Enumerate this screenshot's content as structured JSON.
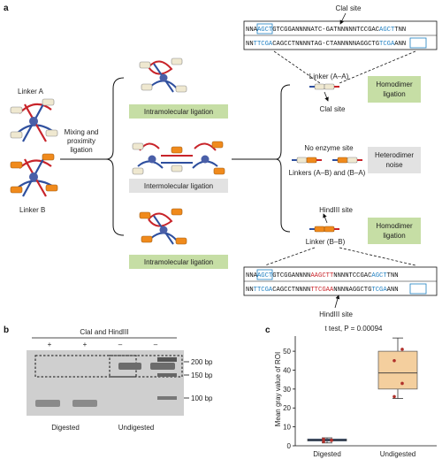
{
  "panel_a": {
    "label": "a",
    "linker_a": "Linker A",
    "linker_b": "Linker B",
    "mixing": [
      "Mixing and",
      "proximity",
      "ligation"
    ],
    "intra_top": "Intramolecular ligation",
    "inter": "Intermolecular ligation",
    "intra_bottom": "Intramolecular ligation",
    "linker_aa": "Linker (A–A)",
    "clai_site_small": "ClaI site",
    "homodimer_top": [
      "Homodimer",
      "ligation"
    ],
    "no_enzyme": "No enzyme site",
    "linkers_ab": "Linkers (A–B) and (B–A)",
    "heterodimer": [
      "Heterodimer",
      "noise"
    ],
    "hindiii_site_small": "HindIII site",
    "linker_bb": "Linker (B–B)",
    "homodimer_bottom": [
      "Homodimer",
      "ligation"
    ],
    "clai_site_top": "ClaI site",
    "hindiii_site_bottom": "HindIII site",
    "seq_top": [
      {
        "p": "NNA",
        "c": "k"
      },
      {
        "p": "AGCT",
        "c": "b"
      },
      {
        "p": "GTCGGANNNNATC",
        "c": "k"
      },
      {
        "p": "-",
        "c": "k"
      },
      {
        "p": "GAT",
        "c": "k"
      },
      {
        "p": "NNNNNTCCGAC",
        "c": "k"
      },
      {
        "p": "AGCT",
        "c": "b"
      },
      {
        "p": "TNN",
        "c": "k"
      }
    ],
    "seq_top2": [
      {
        "p": "NN",
        "c": "k"
      },
      {
        "p": "TTCGA",
        "c": "b"
      },
      {
        "p": "CAGCCTNNNNTAG",
        "c": "k"
      },
      {
        "p": "-",
        "c": "k"
      },
      {
        "p": "CTA",
        "c": "k"
      },
      {
        "p": "NNNNNAGGCTG",
        "c": "k"
      },
      {
        "p": "TCGA",
        "c": "b"
      },
      {
        "p": "ANN",
        "c": "k"
      }
    ],
    "seq_bot": [
      {
        "p": "NNA",
        "c": "k"
      },
      {
        "p": "AGCT",
        "c": "b"
      },
      {
        "p": "GTCGGANNNN",
        "c": "k"
      },
      {
        "p": "AAG",
        "c": "r"
      },
      {
        "p": "CTT",
        "c": "r"
      },
      {
        "p": "NNNNTCCGAC",
        "c": "k"
      },
      {
        "p": "AGCT",
        "c": "b"
      },
      {
        "p": "TNN",
        "c": "k"
      }
    ],
    "seq_bot2": [
      {
        "p": "NN",
        "c": "k"
      },
      {
        "p": "TTCGA",
        "c": "b"
      },
      {
        "p": "CAGCCTNNNN",
        "c": "k"
      },
      {
        "p": "TTC",
        "c": "r"
      },
      {
        "p": "GAA",
        "c": "r"
      },
      {
        "p": "NNNNAGGCTG",
        "c": "k"
      },
      {
        "p": "TCGA",
        "c": "b"
      },
      {
        "p": "ANN",
        "c": "k"
      }
    ]
  },
  "panel_b": {
    "label": "b",
    "header": "ClaI and HindIII",
    "lanes": [
      "+",
      "+",
      "–",
      "–"
    ],
    "markers": [
      "200 bp",
      "150 bp",
      "100 bp"
    ],
    "digested": "Digested",
    "undigested": "Undigested"
  },
  "panel_c": {
    "label": "c",
    "stat": "t test, P = 0.00094",
    "ylabel": "Mean gray value of ROI",
    "ticks": [
      "0",
      "10",
      "20",
      "30",
      "40",
      "50"
    ]
  },
  "chart_data": {
    "type": "box",
    "title": "t test, P = 0.00094",
    "xlabel": "",
    "ylabel": "Mean gray value of ROI",
    "ylim": [
      0,
      58
    ],
    "categories": [
      "Digested",
      "Undigested"
    ],
    "boxes": [
      {
        "name": "Digested",
        "min": 1.5,
        "q1": 2.5,
        "median": 3,
        "q3": 3.6,
        "max": 4.2,
        "points": [
          2.2,
          3.0,
          3.5,
          2.8
        ],
        "color": "#2e5fa8"
      },
      {
        "name": "Undigested",
        "min": 25,
        "q1": 30,
        "median": 38.5,
        "q3": 50,
        "max": 57,
        "points": [
          26,
          33,
          45,
          51
        ],
        "color": "#f4cf9e"
      }
    ]
  },
  "colors": {
    "linker_a_block": "#efe8d0",
    "linker_b_block": "#f08a1c",
    "dna_red": "#c8242a",
    "dna_blue": "#2e4f9e",
    "green_box": "#c6dea5",
    "grey_box": "#e2e2e2",
    "site_blue": "#1f7fc1",
    "site_red": "#c8242a"
  }
}
